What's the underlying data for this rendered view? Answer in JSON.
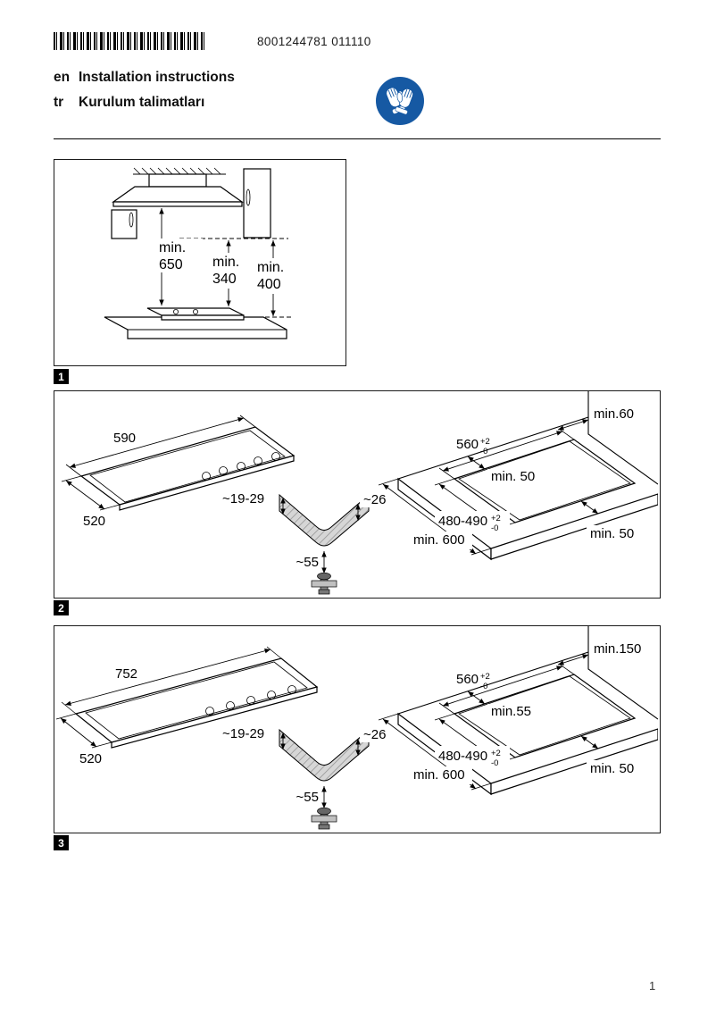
{
  "page": {
    "number": "1"
  },
  "header": {
    "order_number": "8001244781 011110",
    "lang_en": "en",
    "title_en": "Installation instructions",
    "lang_tr": "tr",
    "title_tr": "Kurulum talimatları"
  },
  "colors": {
    "mandatory_sign_blue": "#1659a3"
  },
  "fig1": {
    "badge": "1",
    "min650_label": "min.",
    "min650_value": "650",
    "min340_label": "min.",
    "min340_value": "340",
    "min400_label": "min.",
    "min400_value": "400"
  },
  "fig2": {
    "badge": "2",
    "hob_width": "590",
    "hob_depth": "520",
    "worktop_thickness": "~19-29",
    "edge_clearance": "~26",
    "clamp_clearance": "~55",
    "cutout_width": "560",
    "cutout_width_tol_plus": "+2",
    "cutout_width_tol_minus": "-0",
    "side_clearance": "min.60",
    "rear_clearance": "min. 50",
    "cutout_depth": "480-490",
    "cutout_depth_tol_plus": "+2",
    "cutout_depth_tol_minus": "-0",
    "worktop_depth": "min. 600",
    "front_clearance": "min. 50"
  },
  "fig3": {
    "badge": "3",
    "hob_width": "752",
    "hob_depth": "520",
    "worktop_thickness": "~19-29",
    "edge_clearance": "~26",
    "clamp_clearance": "~55",
    "cutout_width": "560",
    "cutout_width_tol_plus": "+2",
    "cutout_width_tol_minus": "-0",
    "side_clearance": "min.150",
    "rear_clearance": "min.55",
    "cutout_depth": "480-490",
    "cutout_depth_tol_plus": "+2",
    "cutout_depth_tol_minus": "-0",
    "worktop_depth": "min. 600",
    "front_clearance": "min. 50"
  }
}
